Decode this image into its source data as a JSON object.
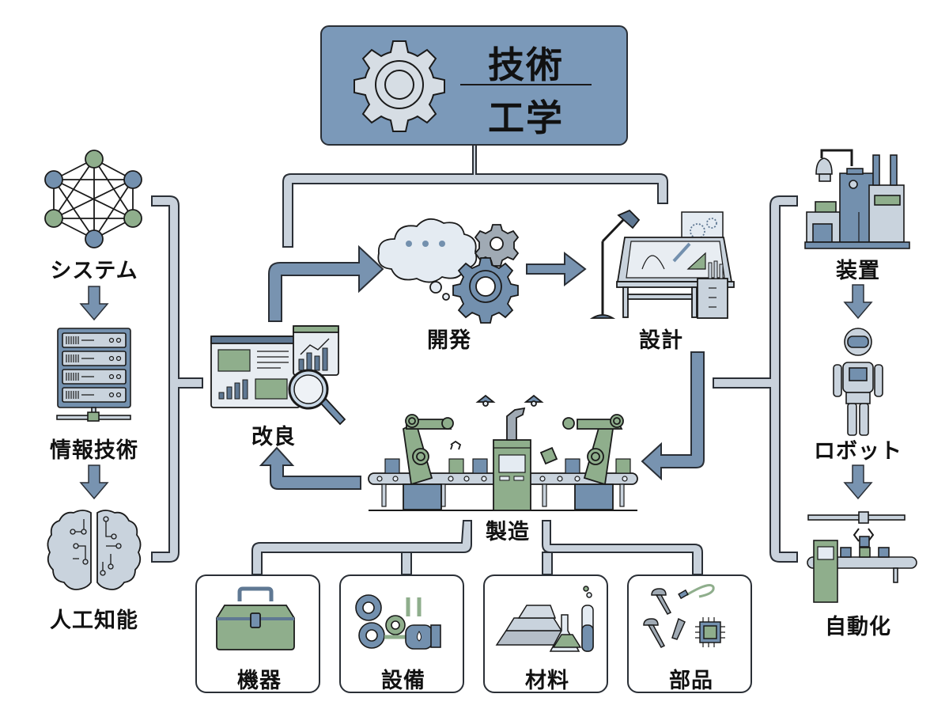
{
  "title": {
    "line1": "技術",
    "line2": "工学",
    "icon": "gear-icon"
  },
  "colors": {
    "blue": "#7895b2",
    "dark_blue": "#5a7491",
    "green": "#8fae8c",
    "light_gray": "#c9d3dd",
    "outline": "#2a2f36",
    "connector": "#c5ced8"
  },
  "left_chain": [
    {
      "label": "システム",
      "icon": "network-icon"
    },
    {
      "label": "情報技術",
      "icon": "server-icon"
    },
    {
      "label": "人工知能",
      "icon": "brain-icon"
    }
  ],
  "right_chain": [
    {
      "label": "装置",
      "icon": "factory-machine-icon"
    },
    {
      "label": "ロボット",
      "icon": "robot-icon"
    },
    {
      "label": "自動化",
      "icon": "automation-line-icon"
    }
  ],
  "cycle": [
    {
      "label": "開発",
      "icon": "thought-gears-icon"
    },
    {
      "label": "設計",
      "icon": "drafting-table-icon"
    },
    {
      "label": "製造",
      "icon": "assembly-line-icon"
    },
    {
      "label": "改良",
      "icon": "analytics-magnifier-icon"
    }
  ],
  "resources": [
    {
      "label": "機器",
      "icon": "toolbox-icon"
    },
    {
      "label": "設備",
      "icon": "pump-gears-icon"
    },
    {
      "label": "材料",
      "icon": "ingots-flask-icon"
    },
    {
      "label": "部品",
      "icon": "screws-chip-icon"
    }
  ]
}
